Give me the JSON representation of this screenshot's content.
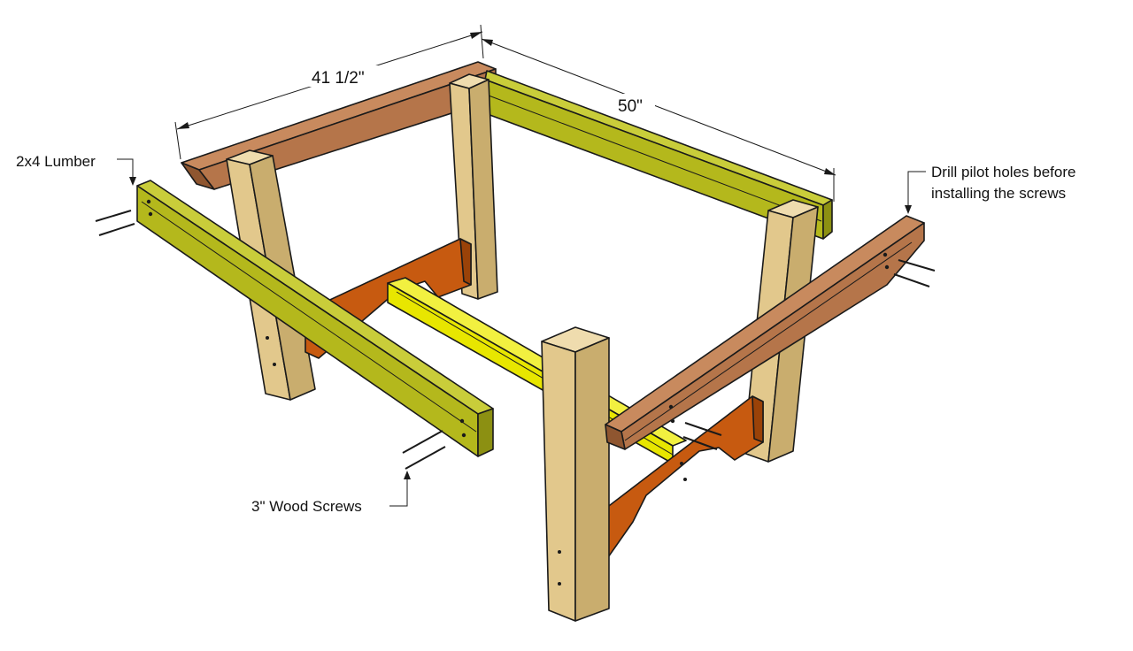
{
  "labels": {
    "width_dim": "41 1/2\"",
    "depth_dim": "50\"",
    "lumber": "2x4 Lumber",
    "screws": "3\" Wood Screws",
    "drill_line1": "Drill pilot holes before",
    "drill_line2": "installing the screws"
  },
  "colors": {
    "brown": "#b5754a",
    "brown_dark": "#8f5630",
    "orange": "#c75a10",
    "orange_dark": "#9a4208",
    "olive": "#b4b81c",
    "olive_dark": "#8c9012",
    "yellow": "#e8e600",
    "yellow_dark": "#b8b400",
    "leg": "#e2c88c",
    "leg_dark": "#c9ad6e",
    "leg_top": "#efdcae"
  }
}
